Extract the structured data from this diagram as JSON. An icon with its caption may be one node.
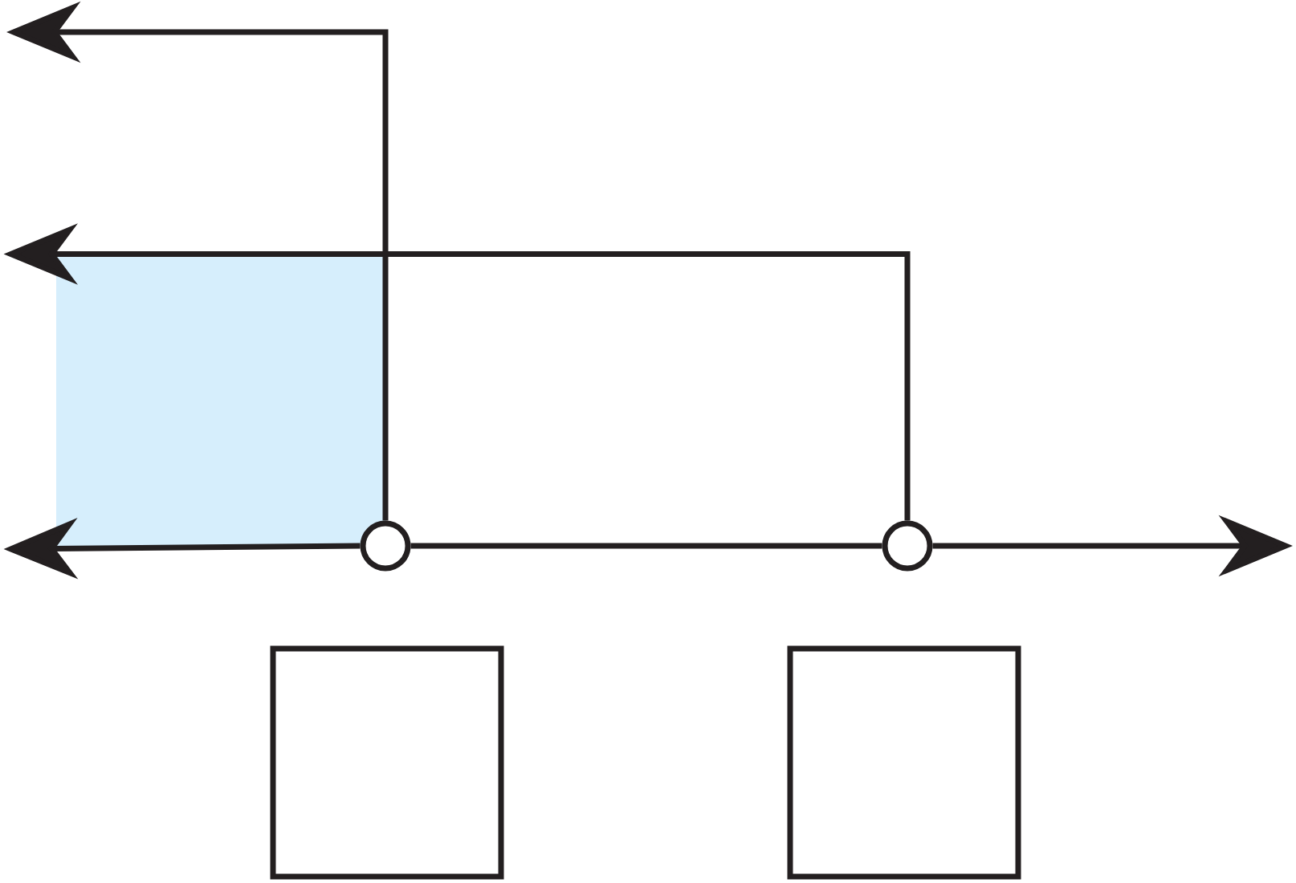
{
  "diagram": {
    "nodes": [
      {
        "text": [],
        "shape": "circle"
      },
      {
        "text": [],
        "shape": "circle"
      },
      {
        "text": [],
        "shape": "box"
      },
      {
        "text": [],
        "shape": "box"
      },
      {
        "text": [],
        "shape": "box"
      }
    ],
    "edges": [
      {
        "from": 0,
        "to": 4,
        "arrow": "to"
      },
      {
        "from": 0,
        "to": 1,
        "arrow": "none"
      },
      {
        "from": 1,
        "to": null,
        "arrow": "to"
      },
      {
        "from": 0,
        "to": null,
        "arrow": "to"
      },
      {
        "from": 1,
        "to": 4,
        "arrow": "to"
      }
    ]
  }
}
